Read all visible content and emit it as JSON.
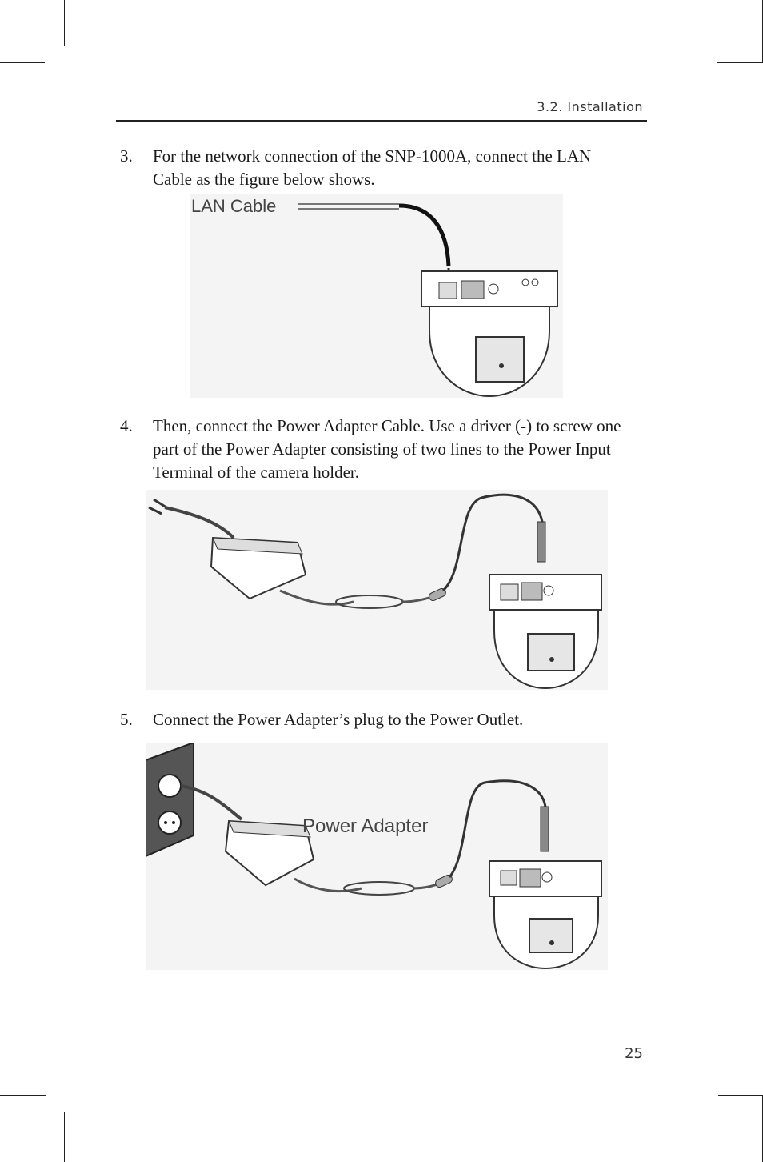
{
  "header": {
    "section": "3.2. Installation"
  },
  "steps": [
    {
      "number": "3.",
      "text": "For the network connection of the SNP-1000A, connect the LAN Cable as the figure below shows."
    },
    {
      "number": "4.",
      "text": "Then, connect the Power Adapter Cable. Use a driver (-) to screw one part of the Power Adapter consisting of two lines to the Power Input Terminal of the camera holder."
    },
    {
      "number": "5.",
      "text": "Connect the Power Adapter’s plug to the Power Outlet."
    }
  ],
  "figures": {
    "lan": {
      "label": "LAN Cable"
    },
    "outlet": {
      "label": "Power Adapter"
    }
  },
  "footer": {
    "page_number": "25"
  }
}
